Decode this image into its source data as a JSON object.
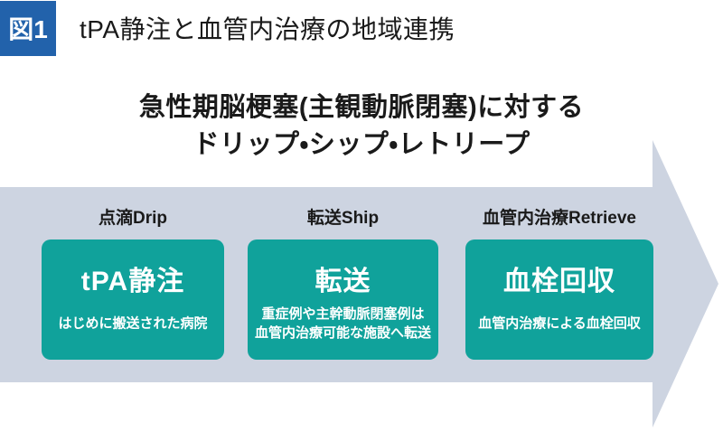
{
  "colors": {
    "badge_blue": "#2262ab",
    "box_teal": "#10a29b",
    "arrow_gray": "#cdd4e1",
    "text_dark": "#1a1a1a",
    "box_text": "#ffffff"
  },
  "header": {
    "figure_label": "図1",
    "title": "tPA静注と血管内治療の地域連携"
  },
  "heading": {
    "line1": "急性期脳梗塞(主観動脈閉塞)に対する",
    "line2": "ドリップ・シップ・レトリープ"
  },
  "flow": {
    "steps": [
      {
        "phase_label": "点滴Drip",
        "title": "tPA静注",
        "description": "はじめに搬送された病院"
      },
      {
        "phase_label": "転送Ship",
        "title": "転送",
        "description": "重症例や主幹動脈閉塞例は\n血管内治療可能な施設へ転送"
      },
      {
        "phase_label": "血管内治療Retrieve",
        "title": "血栓回収",
        "description": "血管内治療による血栓回収"
      }
    ]
  }
}
